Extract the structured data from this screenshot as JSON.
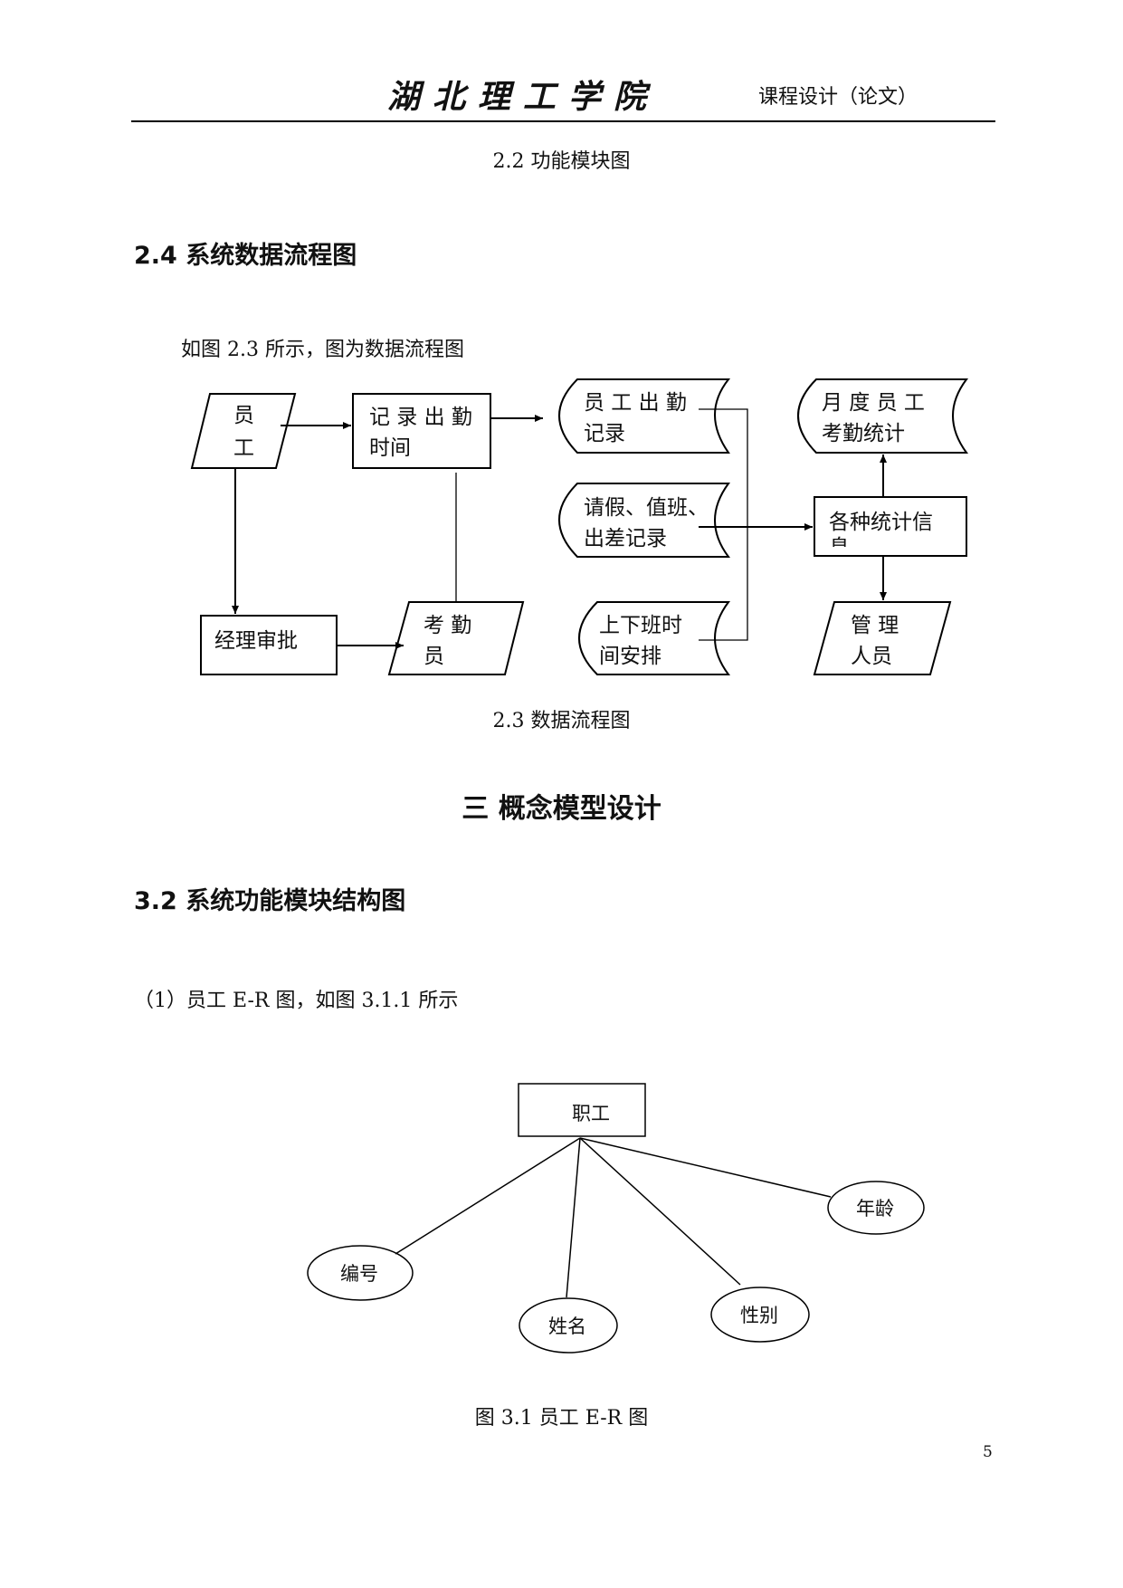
{
  "header": {
    "logo_text": "湖北理工学院",
    "right": "课程设计（论文）"
  },
  "caption_module": "2.2  功能模块图",
  "section_24": {
    "title": "2.4 系统数据流程图",
    "intro": "如图 2.3 所示，图为数据流程图"
  },
  "flow": {
    "employee_1": "员",
    "employee_2": "工",
    "record_time_1": "记 录 出 勤",
    "record_time_2": "时间",
    "att_record_1": "员 工 出 勤",
    "att_record_2": "记录",
    "monthly_1": "月 度 员 工",
    "monthly_2": "考勤统计",
    "leave_1": "请假、值班、",
    "leave_2": "出差记录",
    "stats_1": "各种统计信",
    "stats_2": "息",
    "manager_approve": "经理审批",
    "clerk_1": "考    勤",
    "clerk_2": "员",
    "schedule_1": "上下班时",
    "schedule_2": "间安排",
    "admin_1": "管    理",
    "admin_2": "人员"
  },
  "caption_flow": "2.3  数据流程图",
  "chapter_3": "三  概念模型设计",
  "section_32": {
    "title": "3.2  系统功能模块结构图",
    "intro": "（1）员工 E-R 图，如图 3.1.1 所示"
  },
  "er": {
    "entity": "职工",
    "attr_id": "编号",
    "attr_name": "姓名",
    "attr_gender": "性别",
    "attr_age": "年龄"
  },
  "caption_er": "图 3.1  员工 E-R 图",
  "page_number": "5"
}
